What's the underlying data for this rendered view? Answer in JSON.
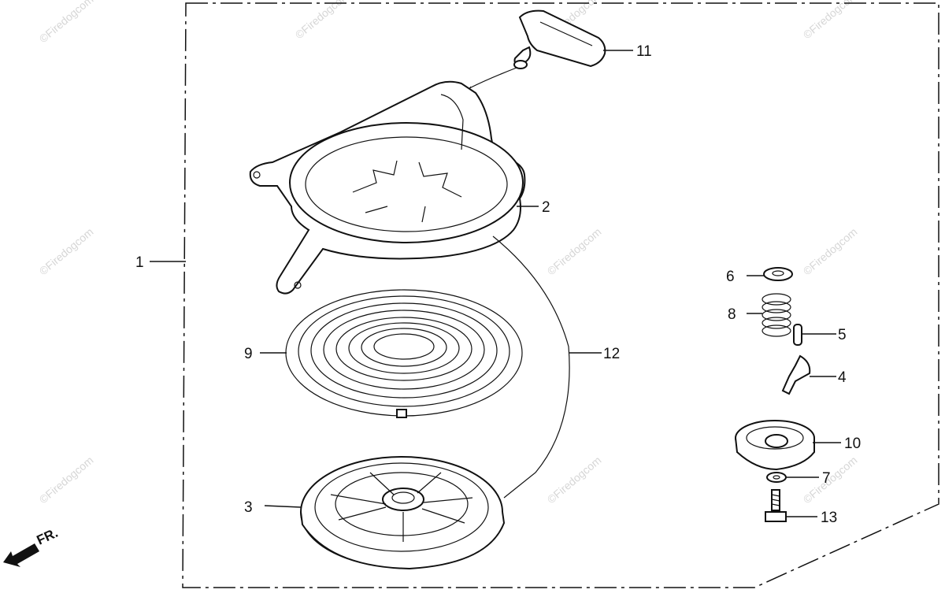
{
  "watermark": "©Firedogcom",
  "direction_label": "FR.",
  "callouts": [
    {
      "id": "1",
      "label": "1"
    },
    {
      "id": "2",
      "label": "2"
    },
    {
      "id": "3",
      "label": "3"
    },
    {
      "id": "4",
      "label": "4"
    },
    {
      "id": "5",
      "label": "5"
    },
    {
      "id": "6",
      "label": "6"
    },
    {
      "id": "7",
      "label": "7"
    },
    {
      "id": "8",
      "label": "8"
    },
    {
      "id": "9",
      "label": "9"
    },
    {
      "id": "10",
      "label": "10"
    },
    {
      "id": "11",
      "label": "11"
    },
    {
      "id": "12",
      "label": "12"
    },
    {
      "id": "13",
      "label": "13"
    }
  ]
}
